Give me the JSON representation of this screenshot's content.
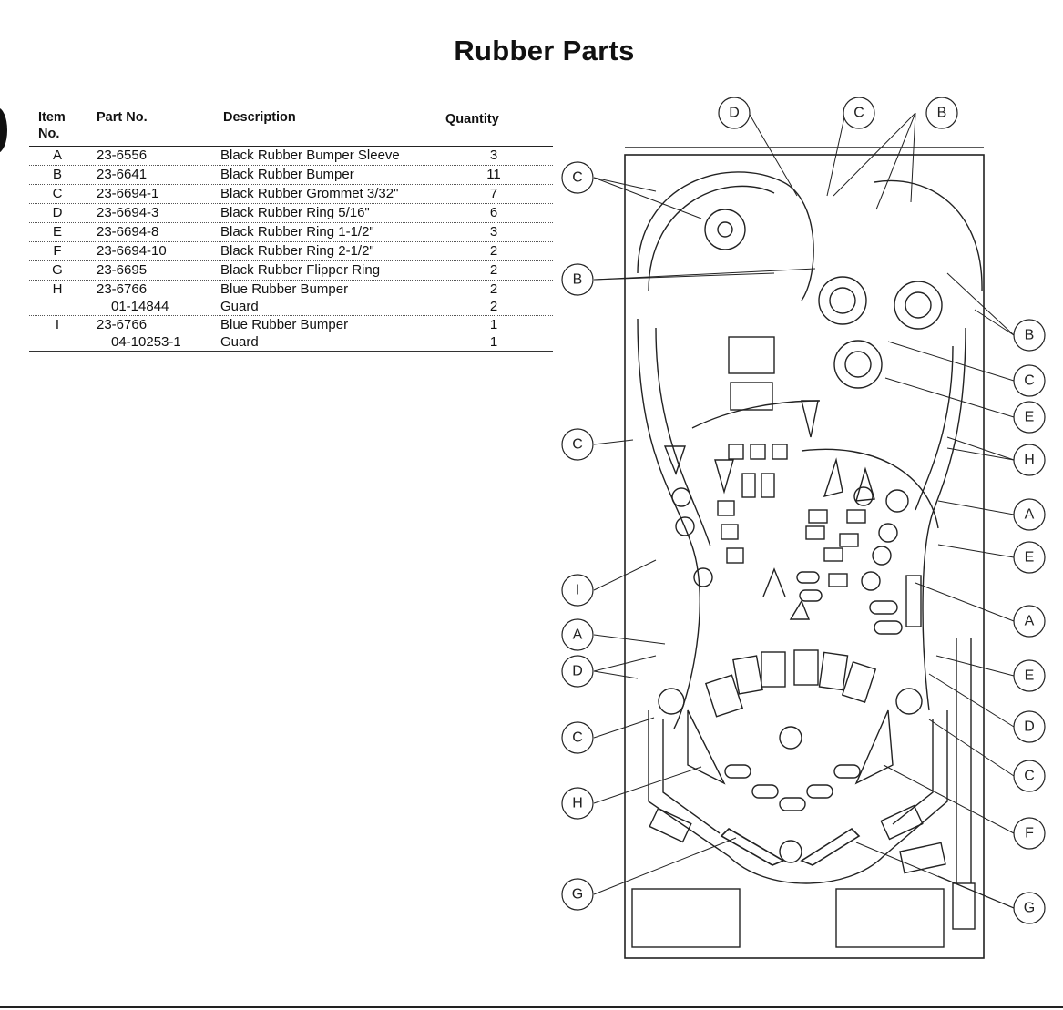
{
  "page": {
    "title": "Rubber Parts"
  },
  "table": {
    "headers": {
      "item_line1": "Item",
      "item_line2": "No.",
      "part": "Part No.",
      "description": "Description",
      "quantity": "Quantity"
    },
    "rows": [
      {
        "item": "A",
        "part": "23-6556",
        "description": "Black Rubber Bumper Sleeve",
        "qty": "3"
      },
      {
        "item": "B",
        "part": "23-6641",
        "description": "Black Rubber Bumper",
        "qty": "11"
      },
      {
        "item": "C",
        "part": "23-6694-1",
        "description": "Black Rubber Grommet 3/32\"",
        "qty": "7"
      },
      {
        "item": "D",
        "part": "23-6694-3",
        "description": "Black Rubber Ring 5/16\"",
        "qty": "6"
      },
      {
        "item": "E",
        "part": "23-6694-8",
        "description": "Black Rubber Ring 1-1/2\"",
        "qty": "3"
      },
      {
        "item": "F",
        "part": "23-6694-10",
        "description": "Black Rubber Ring 2-1/2\"",
        "qty": "2"
      },
      {
        "item": "G",
        "part": "23-6695",
        "description": "Black Rubber Flipper Ring",
        "qty": "2"
      },
      {
        "item": "H",
        "part": "23-6766",
        "description": "Blue Rubber Bumper",
        "qty": "2"
      },
      {
        "item": "",
        "part": "01-14844",
        "description": "Guard",
        "qty": "2"
      },
      {
        "item": "I",
        "part": "23-6766",
        "description": "Blue Rubber Bumper",
        "qty": "1"
      },
      {
        "item": "",
        "part": "04-10253-1",
        "description": "Guard",
        "qty": "1"
      }
    ]
  },
  "diagram": {
    "callouts_top": [
      "D",
      "C",
      "B"
    ],
    "callouts_left": [
      "C",
      "B",
      "C",
      "I",
      "A",
      "D",
      "C",
      "H",
      "G"
    ],
    "callouts_right": [
      "B",
      "C",
      "E",
      "H",
      "A",
      "E",
      "A",
      "E",
      "D",
      "C",
      "F",
      "G"
    ]
  }
}
